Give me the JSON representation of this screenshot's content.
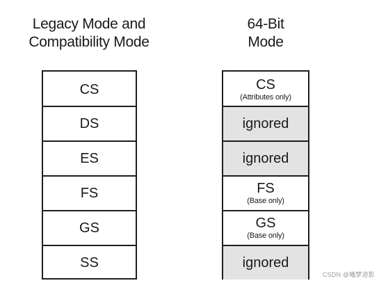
{
  "left_column": {
    "heading_lines": [
      "Legacy Mode and",
      "Compatibility Mode"
    ],
    "rows": [
      {
        "label": "CS"
      },
      {
        "label": "DS"
      },
      {
        "label": "ES"
      },
      {
        "label": "FS"
      },
      {
        "label": "GS"
      },
      {
        "label": "SS"
      }
    ]
  },
  "right_column": {
    "heading_lines": [
      "64-Bit",
      "Mode"
    ],
    "rows": [
      {
        "label": "CS",
        "note": "(Attributes only)",
        "shaded": false
      },
      {
        "label": "ignored",
        "note": "",
        "shaded": true
      },
      {
        "label": "ignored",
        "note": "",
        "shaded": true
      },
      {
        "label": "FS",
        "note": "(Base only)",
        "shaded": false
      },
      {
        "label": "GS",
        "note": "(Base only)",
        "shaded": false
      },
      {
        "label": "ignored",
        "note": "",
        "shaded": true
      }
    ]
  },
  "colors": {
    "border": "#1e1e1e",
    "shaded_fill": "#e3e3e3",
    "background": "#ffffff"
  },
  "watermark": "CSDN @曦梦迹影"
}
